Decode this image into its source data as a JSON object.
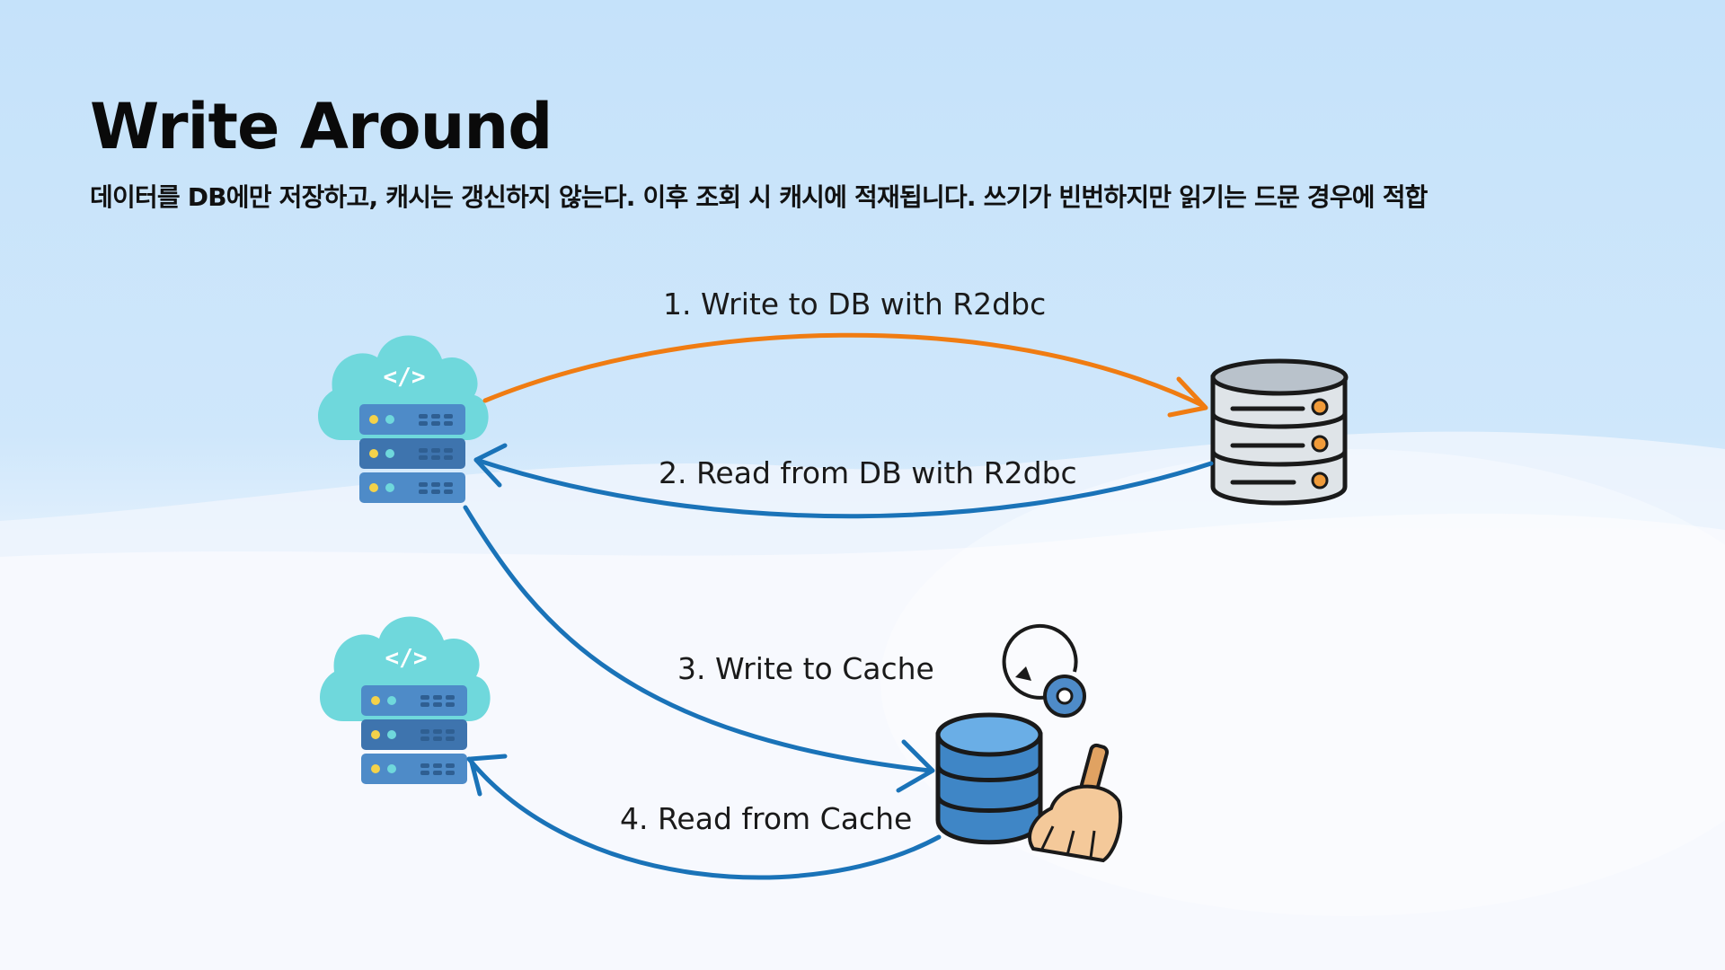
{
  "slide": {
    "title": "Write Around",
    "subtitle": "데이터를 DB에만 저장하고, 캐시는 갱신하지 않는다. 이후 조회 시 캐시에 적재됩니다. 쓰기가 빈번하지만 읽기는 드문 경우에 적합"
  },
  "diagram": {
    "nodes": [
      {
        "name": "Application server (top)",
        "icon": "cloud-server-icon"
      },
      {
        "name": "Application server (bottom)",
        "icon": "cloud-server-icon"
      },
      {
        "name": "Database",
        "icon": "database-icon"
      },
      {
        "name": "Cache",
        "icon": "cache-database-icon"
      }
    ],
    "steps": [
      {
        "label": "1. Write to DB with R2dbc",
        "color": "#f07c12"
      },
      {
        "label": "2. Read from DB with R2dbc",
        "color": "#1a73b8"
      },
      {
        "label": "3. Write to Cache",
        "color": "#1a73b8"
      },
      {
        "label": "4. Read from Cache",
        "color": "#1a73b8"
      }
    ]
  },
  "colors": {
    "background": "#c5e2fa",
    "write_arrow": "#f07c12",
    "read_arrow": "#1a73b8",
    "title_text": "#0a0a0a"
  }
}
